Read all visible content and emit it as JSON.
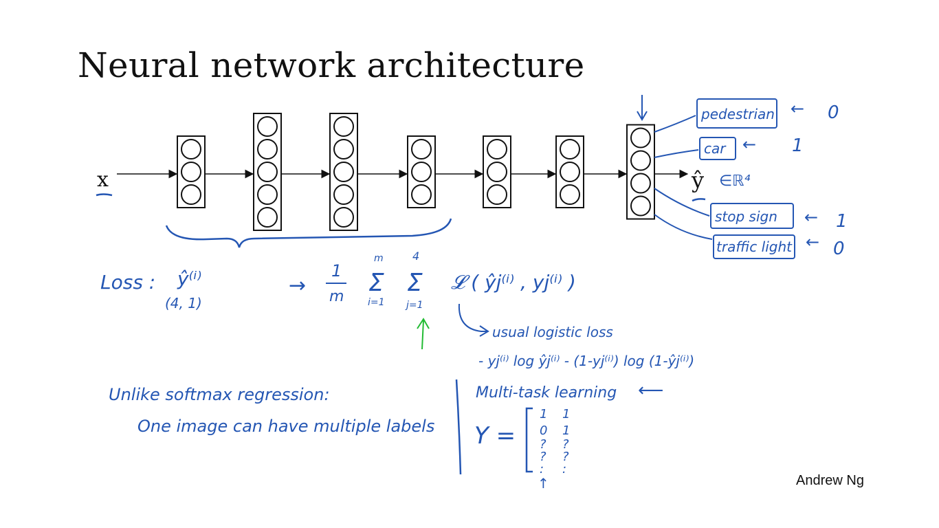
{
  "title": "Neural network architecture",
  "credit": "Andrew Ng",
  "colors": {
    "ink": "#2456b3",
    "highlight": "#22bb33",
    "network": "#111111"
  },
  "network": {
    "input_label": "x",
    "output_label": "ŷ",
    "output_space": "∈ℝ⁴",
    "layer_units": [
      3,
      5,
      5,
      3,
      3,
      3,
      4
    ]
  },
  "outputs": [
    {
      "label": "pedestrian",
      "value": "0"
    },
    {
      "label": "car",
      "value": "1"
    },
    {
      "label": "stop sign",
      "value": "1"
    },
    {
      "label": "traffic light",
      "value": "0"
    }
  ],
  "loss": {
    "label": "Loss :",
    "yhat": "ŷ⁽ⁱ⁾",
    "shape": "(4, 1)",
    "arrow": "→",
    "frac_num": "1",
    "frac_den": "m",
    "sum1_top": "m",
    "sum1_bottom": "i=1",
    "sum2_top": "4",
    "sum2_bottom": "j=1",
    "sigma": "Σ",
    "term": "𝓛 ( ŷj⁽ⁱ⁾ , yj⁽ⁱ⁾ )",
    "note": "usual logistic loss",
    "formula": "- yj⁽ⁱ⁾ log ŷj⁽ⁱ⁾ - (1-yj⁽ⁱ⁾) log (1-ŷj⁽ⁱ⁾)"
  },
  "notes": {
    "unlike": "Unlike softmax regression:",
    "multi_labels": "One image can have multiple labels",
    "mtl": "Multi-task learning",
    "mtl_arrow": "⟵"
  },
  "matrix": {
    "symbol": "Y =",
    "col1": [
      "1",
      "0",
      "?",
      "?",
      ":"
    ],
    "col2": [
      "1",
      "1",
      "?",
      "?",
      ":"
    ],
    "arrow": "↑"
  }
}
